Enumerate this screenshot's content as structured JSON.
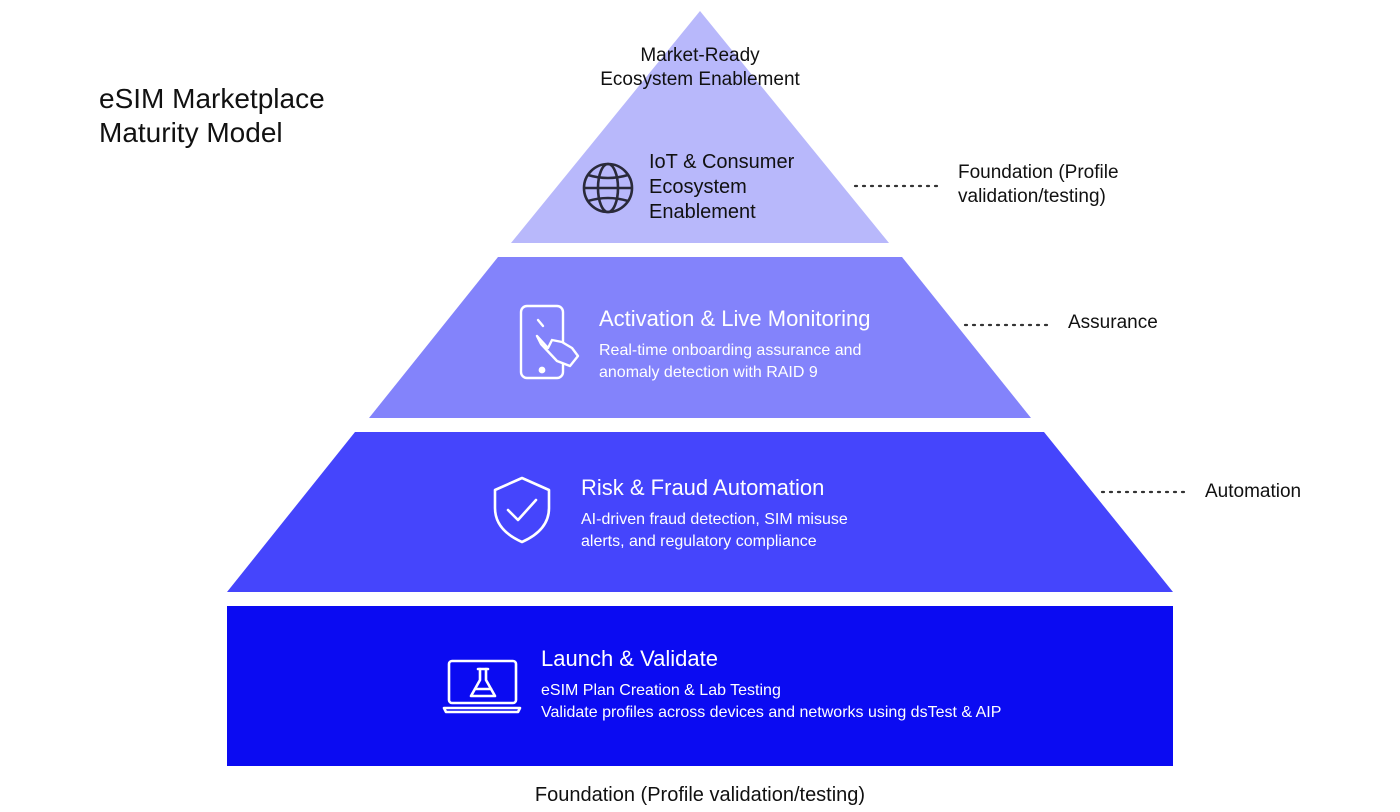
{
  "title": {
    "line1": "eSIM Marketplace",
    "line2": "Maturity Model"
  },
  "colors": {
    "tier1": "#b8b8fb",
    "tier2": "#8383fb",
    "tier3": "#4545fc",
    "tier4": "#0b0bf2"
  },
  "pyramid": {
    "apex": {
      "line1": "Market-Ready",
      "line2": "Ecosystem Enablement"
    },
    "tier1": {
      "icon": "globe-icon",
      "line1": "IoT & Consumer",
      "line2": "Ecosystem",
      "line3": "Enablement"
    },
    "tier2": {
      "icon": "phone-tap-icon",
      "title": "Activation & Live Monitoring",
      "desc1": "Real-time onboarding assurance and",
      "desc2": "anomaly detection with RAID 9"
    },
    "tier3": {
      "icon": "shield-check-icon",
      "title": "Risk & Fraud Automation",
      "desc1": "AI-driven fraud detection, SIM misuse",
      "desc2": "alerts, and regulatory compliance"
    },
    "tier4": {
      "icon": "laptop-flask-icon",
      "title": "Launch & Validate",
      "desc1": "eSIM Plan Creation & Lab Testing",
      "desc2": "Validate profiles across devices and networks using dsTest & AIP"
    }
  },
  "side_labels": {
    "tier1": {
      "line1": "Foundation (Profile",
      "line2": "validation/testing)"
    },
    "tier2": "Assurance",
    "tier3": "Automation"
  },
  "footer": "Foundation (Profile validation/testing)"
}
